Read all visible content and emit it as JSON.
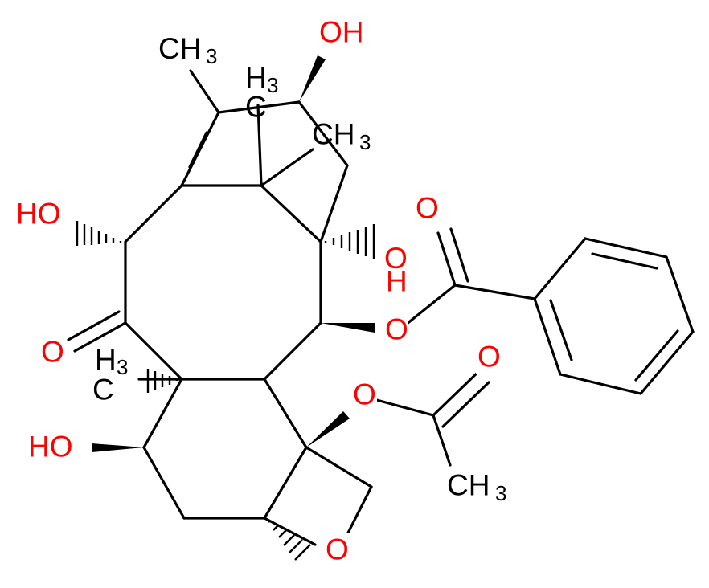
{
  "colors": {
    "bond": "#000000",
    "oxygen": "#ff0000",
    "carbon": "#000000",
    "background": "#ffffff"
  },
  "labels": {
    "oh_top": "OH",
    "oh_left": "HO",
    "oh_mid": "OH",
    "oh_lower": "HO",
    "ketone_o": "O",
    "ester_o1": "O",
    "ester_o2": "O",
    "oxetane_o": "O",
    "carbonyl_o1": "O",
    "carbonyl_o2": "O",
    "ch3_top_c": "CH",
    "ch3_top_n": "3",
    "h3c_mid_h": "H",
    "h3c_mid_n": "3",
    "h3c_mid_c": "C",
    "ch3_right_c": "CH",
    "ch3_right_n": "3",
    "h3c_lower_h": "H",
    "h3c_lower_n": "3",
    "h3c_lower_c": "C",
    "ch3_acetyl_c": "CH",
    "ch3_acetyl_n": "3"
  }
}
